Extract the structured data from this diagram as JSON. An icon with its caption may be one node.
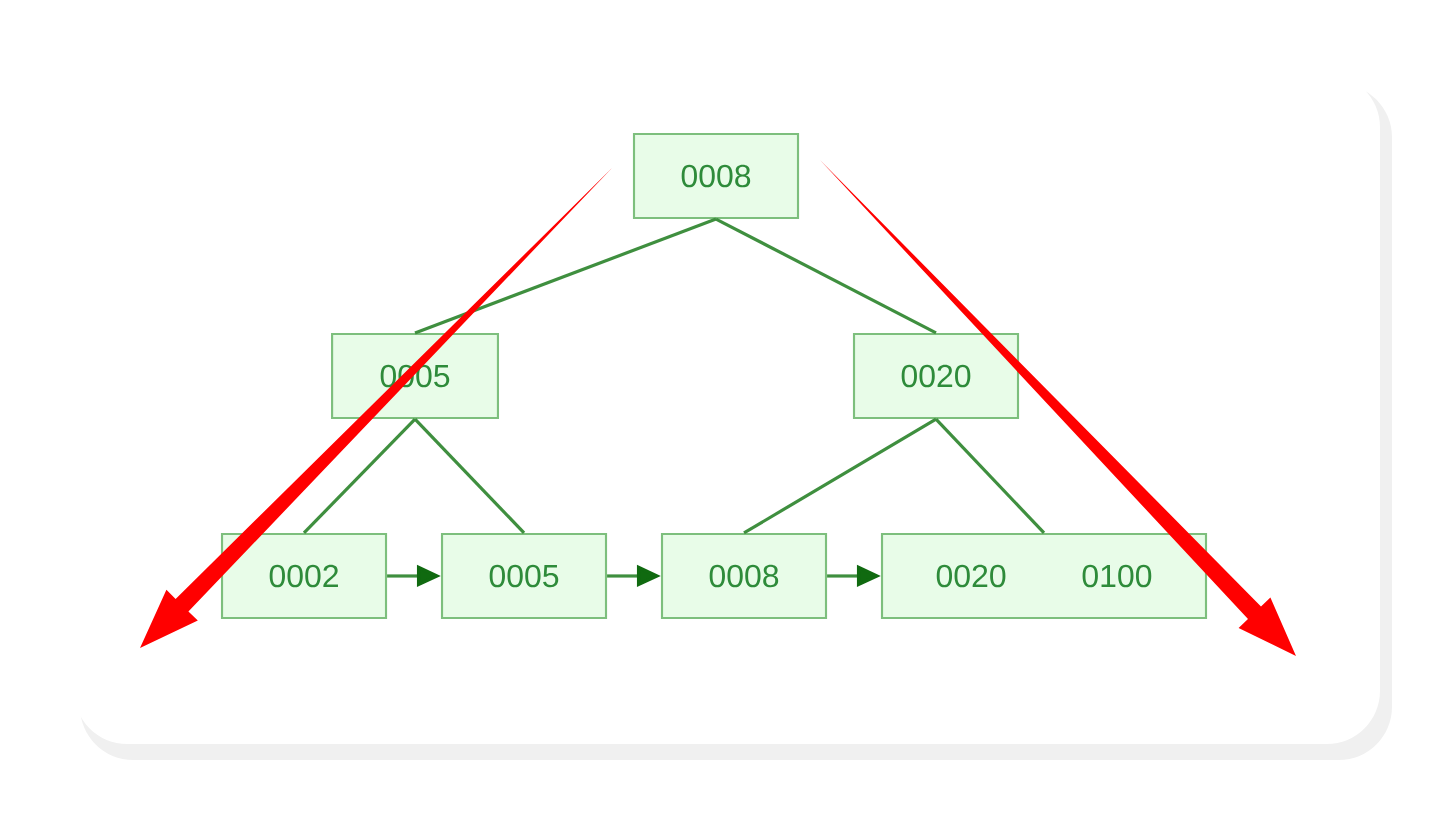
{
  "diagram": {
    "nodes": [
      {
        "text": [
          "0008"
        ]
      },
      {
        "text": [
          "0005"
        ]
      },
      {
        "text": [
          "0020"
        ]
      },
      {
        "text": [
          "0002"
        ]
      },
      {
        "text": [
          "0005"
        ]
      },
      {
        "text": [
          "0008"
        ]
      },
      {
        "text": [
          "0020",
          "0100"
        ]
      }
    ],
    "edges": [
      {
        "from": 0,
        "to": 1,
        "arrow": "none"
      },
      {
        "from": 0,
        "to": 2,
        "arrow": "none"
      },
      {
        "from": 1,
        "to": 3,
        "arrow": "none"
      },
      {
        "from": 1,
        "to": 4,
        "arrow": "none"
      },
      {
        "from": 2,
        "to": 5,
        "arrow": "none"
      },
      {
        "from": 2,
        "to": 6,
        "arrow": "none"
      },
      {
        "from": 3,
        "to": 4,
        "arrow": "to"
      },
      {
        "from": 4,
        "to": 5,
        "arrow": "to"
      },
      {
        "from": 5,
        "to": 6,
        "arrow": "to"
      }
    ]
  }
}
